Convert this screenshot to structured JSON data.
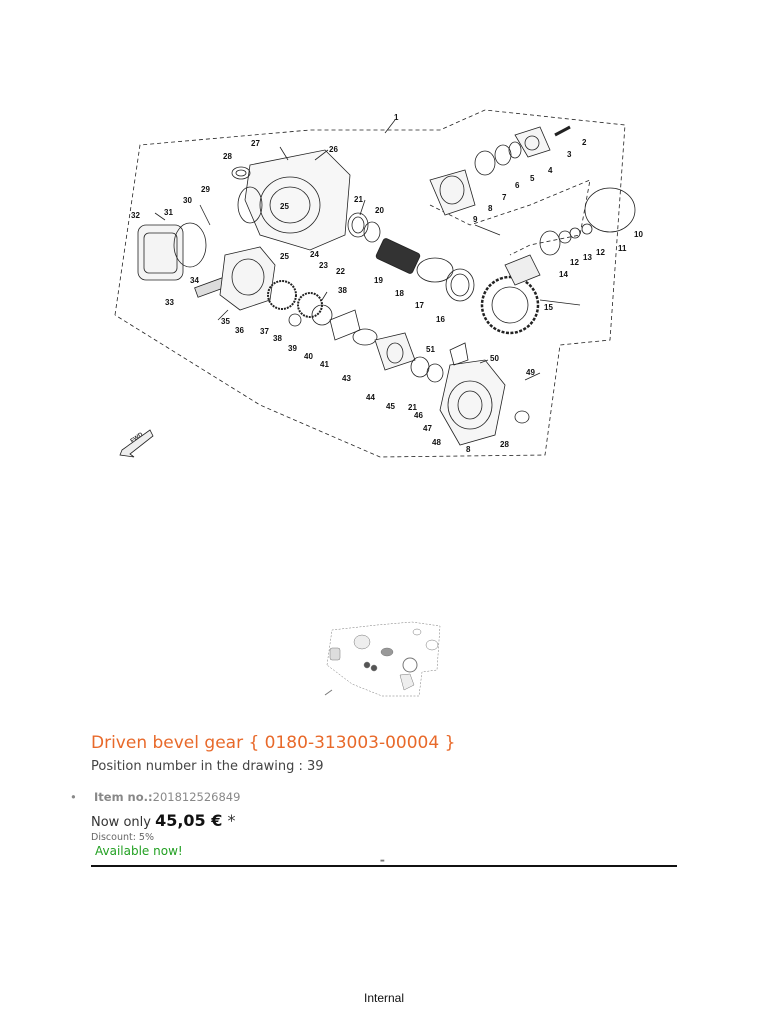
{
  "diagram": {
    "callouts": [
      "1",
      "2",
      "3",
      "4",
      "5",
      "6",
      "7",
      "8",
      "9",
      "10",
      "11",
      "12",
      "13",
      "14",
      "15",
      "16",
      "17",
      "18",
      "19",
      "20",
      "21",
      "22",
      "23",
      "24",
      "25",
      "26",
      "27",
      "28",
      "29",
      "30",
      "31",
      "32",
      "33",
      "34",
      "35",
      "36",
      "37",
      "38",
      "39",
      "40",
      "41",
      "43",
      "44",
      "45",
      "46",
      "47",
      "48",
      "49",
      "50",
      "51",
      "21",
      "25",
      "28",
      "8",
      "12",
      "38"
    ],
    "direction_label": "FWD"
  },
  "product": {
    "title": "Driven bevel gear { 0180-313003-00004 }",
    "position_label": "Position number in the drawing : ",
    "position_number": "39",
    "item_label": "Item no.:",
    "item_number": "201812526849",
    "price_prefix": "Now only ",
    "price": "45,05 €",
    "price_suffix": " *",
    "discount": "Discount: 5%",
    "availability": "Available now!"
  },
  "footer": {
    "text": "Internal"
  },
  "colors": {
    "title": "#e8692a",
    "availability": "#22a022",
    "divider": "#111111"
  }
}
